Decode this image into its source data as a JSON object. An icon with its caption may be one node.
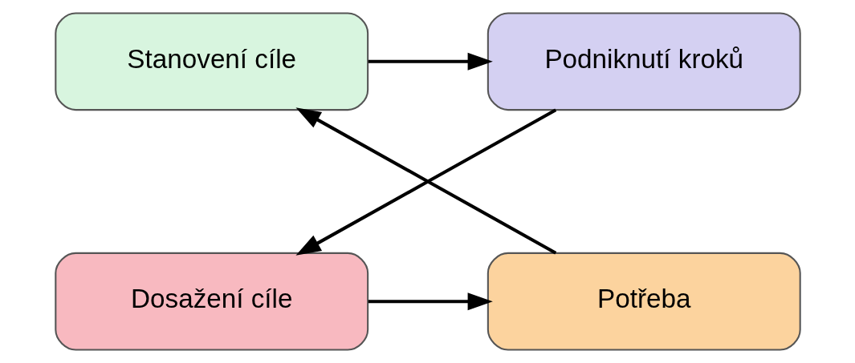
{
  "diagram": {
    "nodes": [
      {
        "text": [
          "Stanovení cíle"
        ]
      },
      {
        "text": [
          "Potřeba"
        ]
      },
      {
        "text": [
          "Podniknutí kroků"
        ]
      },
      {
        "text": [
          "Dosažení cíle"
        ]
      }
    ],
    "edges": [
      {
        "from": 1,
        "to": 0,
        "arrow": "to"
      },
      {
        "from": 0,
        "to": 2,
        "arrow": "to"
      },
      {
        "from": 2,
        "to": 3,
        "arrow": "to"
      },
      {
        "from": 3,
        "to": 1,
        "arrow": "to"
      }
    ]
  }
}
